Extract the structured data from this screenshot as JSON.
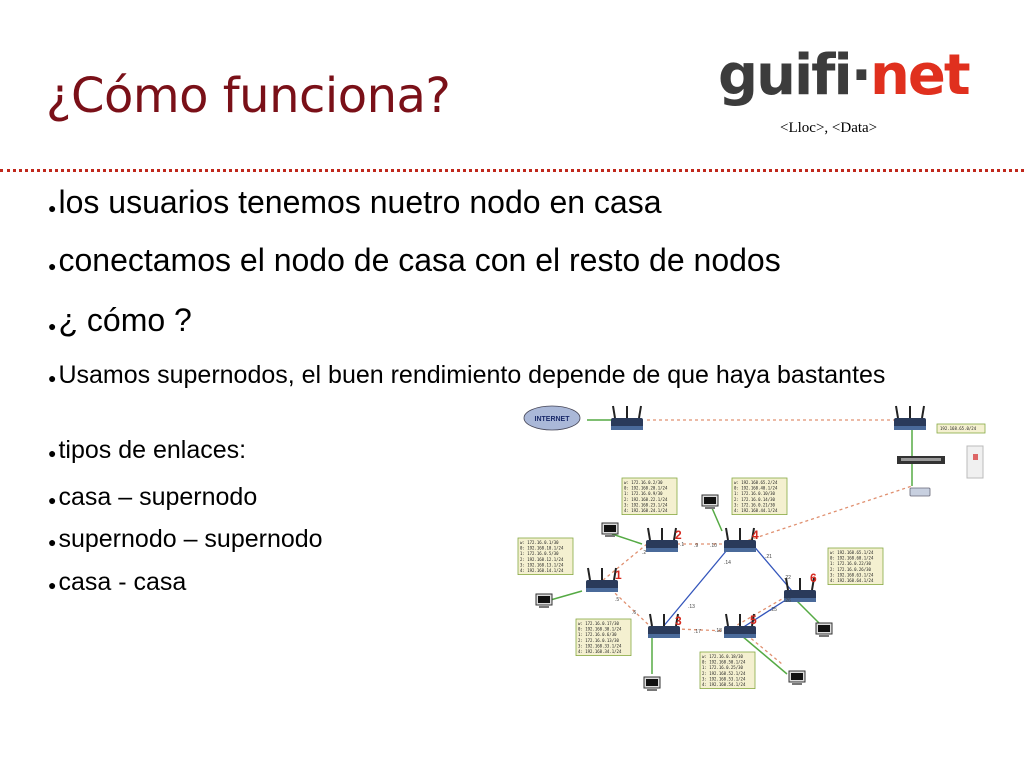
{
  "slide": {
    "title": "¿Cómo funciona?",
    "subtitle": "<Lloc>, <Data>",
    "logo": {
      "part1": "guifi",
      "part2": "·",
      "part3": "net"
    },
    "bullets": [
      "los usuarios tenemos  nuetro nodo en casa",
      "conectamos el nodo de casa con el resto de nodos",
      "¿ cómo  ?",
      "Usamos supernodos, el buen rendimiento depende de que haya bastantes",
      "tipos de enlaces:",
      "casa – supernodo",
      "supernodo – supernodo",
      "casa - casa"
    ]
  },
  "diagram": {
    "internet_label": "INTERNET",
    "gateway_box": "192.168.65.0/24",
    "nodes": [
      {
        "num": "1",
        "box": [
          "w: 172.16.0.1/30",
          "0: 192.168.10.1/24",
          "1: 172.16.0.5/30",
          "2: 192.168.12.1/24",
          "3: 192.168.13.1/24",
          "4: 192.168.14.1/24"
        ]
      },
      {
        "num": "2",
        "box": [
          "w: 172.16.0.2/30",
          "0: 192.168.20.1/24",
          "1: 172.16.0.9/30",
          "2: 192.168.22.1/24",
          "3: 192.168.23.1/24",
          "4: 192.168.24.1/24"
        ]
      },
      {
        "num": "3",
        "box": [
          "w: 172.16.0.17/30",
          "0: 192.168.30.1/24",
          "1: 172.16.0.6/30",
          "2: 172.16.0.13/30",
          "3: 192.168.33.1/24",
          "4: 192.168.34.1/24"
        ]
      },
      {
        "num": "4",
        "box": [
          "w: 192.168.65.2/24",
          "0: 192.168.40.1/24",
          "1: 172.16.0.10/30",
          "2: 172.16.0.14/30",
          "3: 172.16.0.21/30",
          "4: 192.168.44.1/24"
        ]
      },
      {
        "num": "5",
        "box": [
          "w: 172.16.0.18/30",
          "0: 192.168.50.1/24",
          "1: 172.16.0.25/30",
          "2: 192.168.52.1/24",
          "3: 192.168.53.1/24",
          "4: 192.168.54.1/24"
        ]
      },
      {
        "num": "6",
        "box": [
          "w: 192.168.65.1/24",
          "0: 192.168.60.1/24",
          "1: 172.16.0.22/30",
          "2: 172.16.0.26/30",
          "3: 192.168.63.1/24",
          "4: 192.168.64.1/24"
        ]
      }
    ],
    "link_labels": [
      ".2",
      ".1",
      ".9",
      ".10",
      ".5",
      ".6",
      ".14",
      ".13",
      ".21",
      ".22",
      ".17",
      ".18",
      ".25",
      ".26"
    ]
  }
}
